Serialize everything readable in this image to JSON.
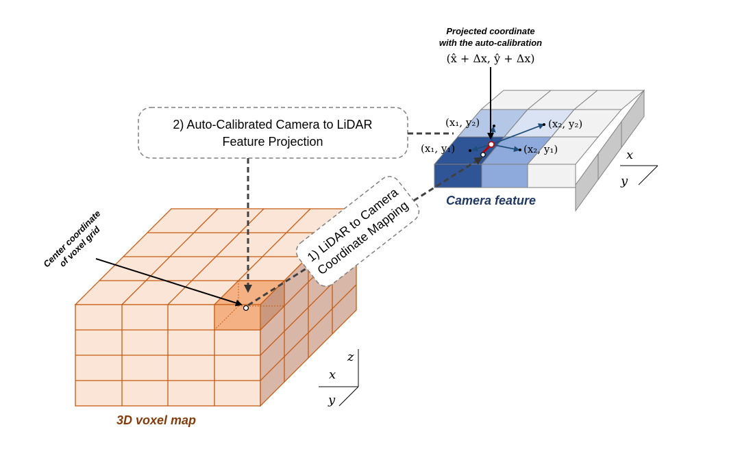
{
  "camera_feature": {
    "title": "Camera feature",
    "projected_label_line1": "Projected coordinate",
    "projected_label_line2": "with the auto-calibration",
    "projected_formula": "(x̂ + Δx, ŷ + Δx)",
    "coord_x1y2": "(x₁, y₂)",
    "coord_x2y2": "(x₂, y₂)",
    "coord_x1y1": "(x₁, y₁)",
    "coord_x2y1": "(x₂, y₁)",
    "axis_x": "x",
    "axis_y": "y",
    "colors": {
      "dark": "#2f5597",
      "mid": "#8ea9db",
      "light": "#b4c7e7",
      "pale": "#dae3f3",
      "grey": "#f2f2f2"
    }
  },
  "voxel_map": {
    "title": "3D voxel map",
    "center_label_line1": "Center coordinate",
    "center_label_line2": "of voxel grid",
    "axis_x": "x",
    "axis_y": "y",
    "axis_z": "z",
    "colors": {
      "front": "#fbe5d6",
      "top": "#f8cbad",
      "side": "#d8b7a8",
      "edge": "#c55a11",
      "highlight": "#f4b183"
    }
  },
  "callouts": {
    "auto_calibration_line1": "2) Auto-Calibrated Camera to LiDAR",
    "auto_calibration_line2": "Feature Projection",
    "mapping_line1": "1) LiDAR to Camera",
    "mapping_line2": "Coordinate Mapping"
  }
}
